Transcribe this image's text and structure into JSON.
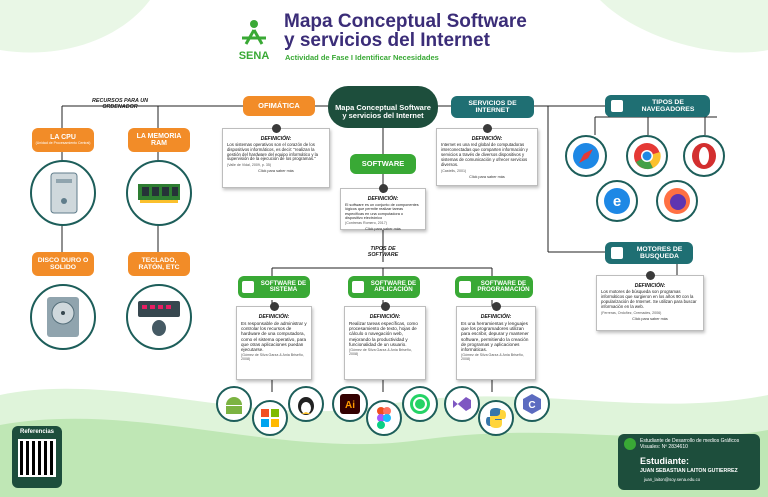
{
  "header": {
    "logo_text": "SENA",
    "title_line1": "Mapa Conceptual Software",
    "title_line2": "y servicios del Internet",
    "subtitle": "Actividad de Fase I Identificar Necesidades"
  },
  "center": {
    "label": "Mapa Conceptual Software y servicios del Internet"
  },
  "ofimatica": {
    "label": "OFIMÁTICA",
    "def_title": "DEFINICIÓN:",
    "text": "Los sistemas operativos son el corazón de los dispositivos informáticos, es decir: \"realizan la gestión del hardware del equipo informático y la supervisión de la ejecución de los programas.\"",
    "cite": "(Valle de Vidal, 2009, p. 35)",
    "link": "Click para saber más"
  },
  "recursos": {
    "label": "RECURSOS PARA UN ORDENADOR"
  },
  "cpu": {
    "label": "LA CPU",
    "sub": "(Unidad de Procesamiento Central)"
  },
  "ram": {
    "label": "LA MEMORIA RAM"
  },
  "disco": {
    "label": "DISCO DURO O SOLIDO"
  },
  "teclado": {
    "label": "TECLADO, RATÓN, ETC"
  },
  "software": {
    "label": "SOFTWARE",
    "def_title": "DEFINICIÓN:",
    "text": "El software es un conjunto de componentes lógicos que permite realizar tareas específicas en una computadora o dispositivo electrónico",
    "cite": "(Contreras Romero, 2017)",
    "link": "Click para saber más"
  },
  "tipos_software": {
    "label": "TIPOS DE SOFTWARE"
  },
  "servicios": {
    "label": "SERVICIOS DE INTERNET",
    "def_title": "DEFINICIÓN:",
    "text": "Internet es una red global de computadoras interconectadas que comparten información y servicios a través de diversos dispositivos y sistemas de comunicación y ofrecer servicios diversos.",
    "cite": "(Castells, 2001)",
    "link": "Click para saber más"
  },
  "navegadores": {
    "label": "TIPOS DE NAVEGADORES"
  },
  "motores": {
    "label": "MOTORES DE BUSQUEDA",
    "def_title": "DEFINICIÓN:",
    "text": "Los motores de búsqueda son programas informáticos que surgieron en los años 90 con la popularización de Internet. Se utilizan para buscar información en la web.",
    "cite": "(Ferreras, Ordoñez, Cremades, 2006)",
    "link": "Click para saber más"
  },
  "soft_sistema": {
    "label": "SOFTWARE DE SISTEMA",
    "def_title": "DEFINICIÓN:",
    "text": "Es responsable de administrar y controlar los recursos de hardware de una computadora, como el sistema operativo, para que otras aplicaciones puedan ejecutarse.",
    "cite": "(Gómez de Silva Garza & Ania Briseño, 2008)"
  },
  "soft_aplicacion": {
    "label": "SOFTWARE DE APLICACIÓN",
    "def_title": "DEFINICIÓN:",
    "text": "Realizar tareas específicas, como procesamiento de texto, hojas de cálculo o navegación web, mejorando la productividad y funcionalidad de un usuario.",
    "cite": "(Gómez de Silva Garza & Ania Briseño, 2008)"
  },
  "soft_programacion": {
    "label": "SOFTWARE DE PROGRAMACIÓN",
    "def_title": "DEFINICIÓN:",
    "text": "Es una herramientas y lenguajes que los programadores utilizan para escribir, depurar y mantener software, permitiendo la creación de programas y aplicaciones informáticas.",
    "cite": "(Gómez de Silva Garza & Ania Briseño, 2008)"
  },
  "referencias": {
    "label": "Referencias"
  },
  "student": {
    "program": "Estudiante de Desarrollo de medios Gráficos Visuales: Nº 2834610",
    "heading": "Estudiante:",
    "name": "JUAN SEBASTIAN LAITON GUTIERREZ",
    "email": "juan_laiton@soy.sena.edu.co"
  },
  "colors": {
    "orange": "#f28c28",
    "green": "#39a935",
    "teal": "#1f6f73",
    "dark": "#1d4e3c"
  },
  "icons": {
    "browsers": [
      "safari-icon",
      "chrome-icon",
      "opera-icon",
      "edge-icon",
      "firefox-icon"
    ],
    "system": [
      "android-icon",
      "windows-icon",
      "linux-icon"
    ],
    "apps": [
      "illustrator-icon",
      "figma-icon",
      "whatsapp-icon"
    ],
    "programming": [
      "visual-studio-icon",
      "python-icon",
      "c-sharp-icon"
    ]
  }
}
